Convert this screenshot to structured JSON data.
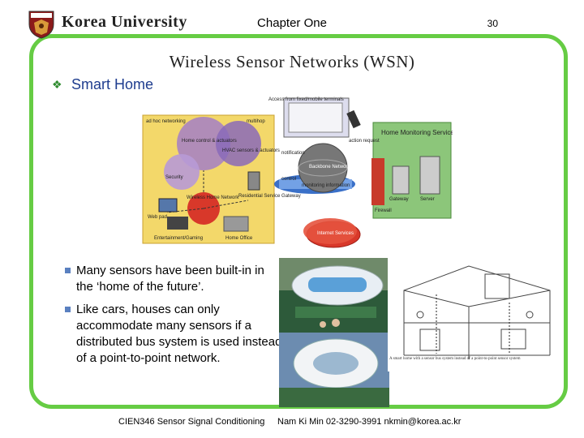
{
  "header": {
    "logo_text": "Korea University",
    "chapter": "Chapter One",
    "page_number": "30"
  },
  "slide": {
    "title": "Wireless Sensor Networks (WSN)",
    "section_heading": "Smart Home",
    "bullets": [
      "Many sensors have been built-in in the ‘home of the future’.",
      "Like cars, houses can only accommodate many sensors if a distributed bus system is used instead of a point-to-point network."
    ]
  },
  "diagram": {
    "top_label": "Access from fixed/mobile terminals",
    "provider": "Home Monitoring Service Provider",
    "backbone": "Backbone Network",
    "monitoring": "monitoring information",
    "notification": "notification",
    "control": "control",
    "action_request": "action request",
    "internet_services": "Internet Services",
    "gateway": "Gateway",
    "server": "Server",
    "firewall": "Firewall",
    "home_control": "Home control & actuators",
    "hvac": "HVAC sensors & actuators",
    "security": "Security",
    "web_pad": "Web pad",
    "entertainment": "Entertainment/Gaming",
    "home_office": "Home Office",
    "residential_gateway": "Residential Service Gateway",
    "wireless_home": "Wireless Home Network",
    "ad_hoc": "ad hoc networking",
    "multihop": "multihop"
  },
  "images": {
    "sketch_caption": "A smart home with a sensor bus system instead of a point-to-point sensor system"
  },
  "footer": {
    "course": "CIEN346 Sensor Signal Conditioning",
    "contact": "Nam Ki Min 02-3290-3991 nkmin@korea.ac.kr"
  },
  "colors": {
    "frame": "#66cc44",
    "heading": "#1f3d8f",
    "bullet": "#5a80c0"
  }
}
